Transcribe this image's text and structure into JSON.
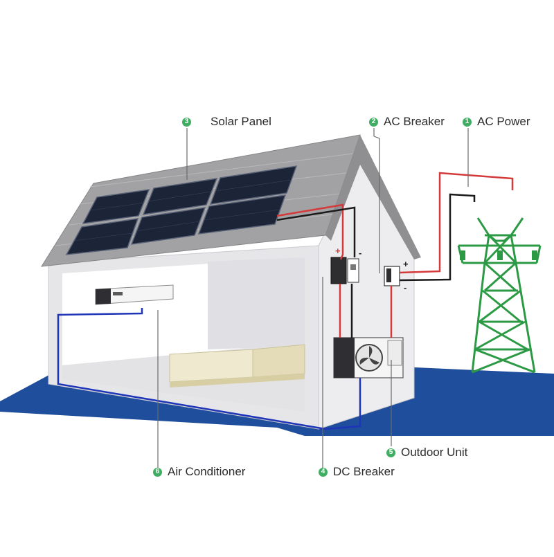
{
  "labels": [
    {
      "id": "solar-panel",
      "number": "3",
      "text": "Solar Panel"
    },
    {
      "id": "ac-breaker",
      "number": "2",
      "text": "AC Breaker"
    },
    {
      "id": "ac-power",
      "number": "1",
      "text": "AC Power"
    },
    {
      "id": "outdoor-unit",
      "number": "5",
      "text": "Outdoor Unit"
    },
    {
      "id": "air-conditioner",
      "number": "6",
      "text": "Air Conditioner"
    },
    {
      "id": "dc-breaker",
      "number": "4",
      "text": "DC Breaker"
    }
  ],
  "polarity": {
    "plus": "+",
    "minus": "-"
  },
  "colors": {
    "ground": "#1f4e9c",
    "badge": "#3fae62",
    "tower": "#2c9a44",
    "wire_positive": "#d43a3a",
    "wire_negative": "#1a1a1a",
    "ac_line": "#1f35b8",
    "roof": "#9a9a9a",
    "panel": "#1c2438"
  }
}
